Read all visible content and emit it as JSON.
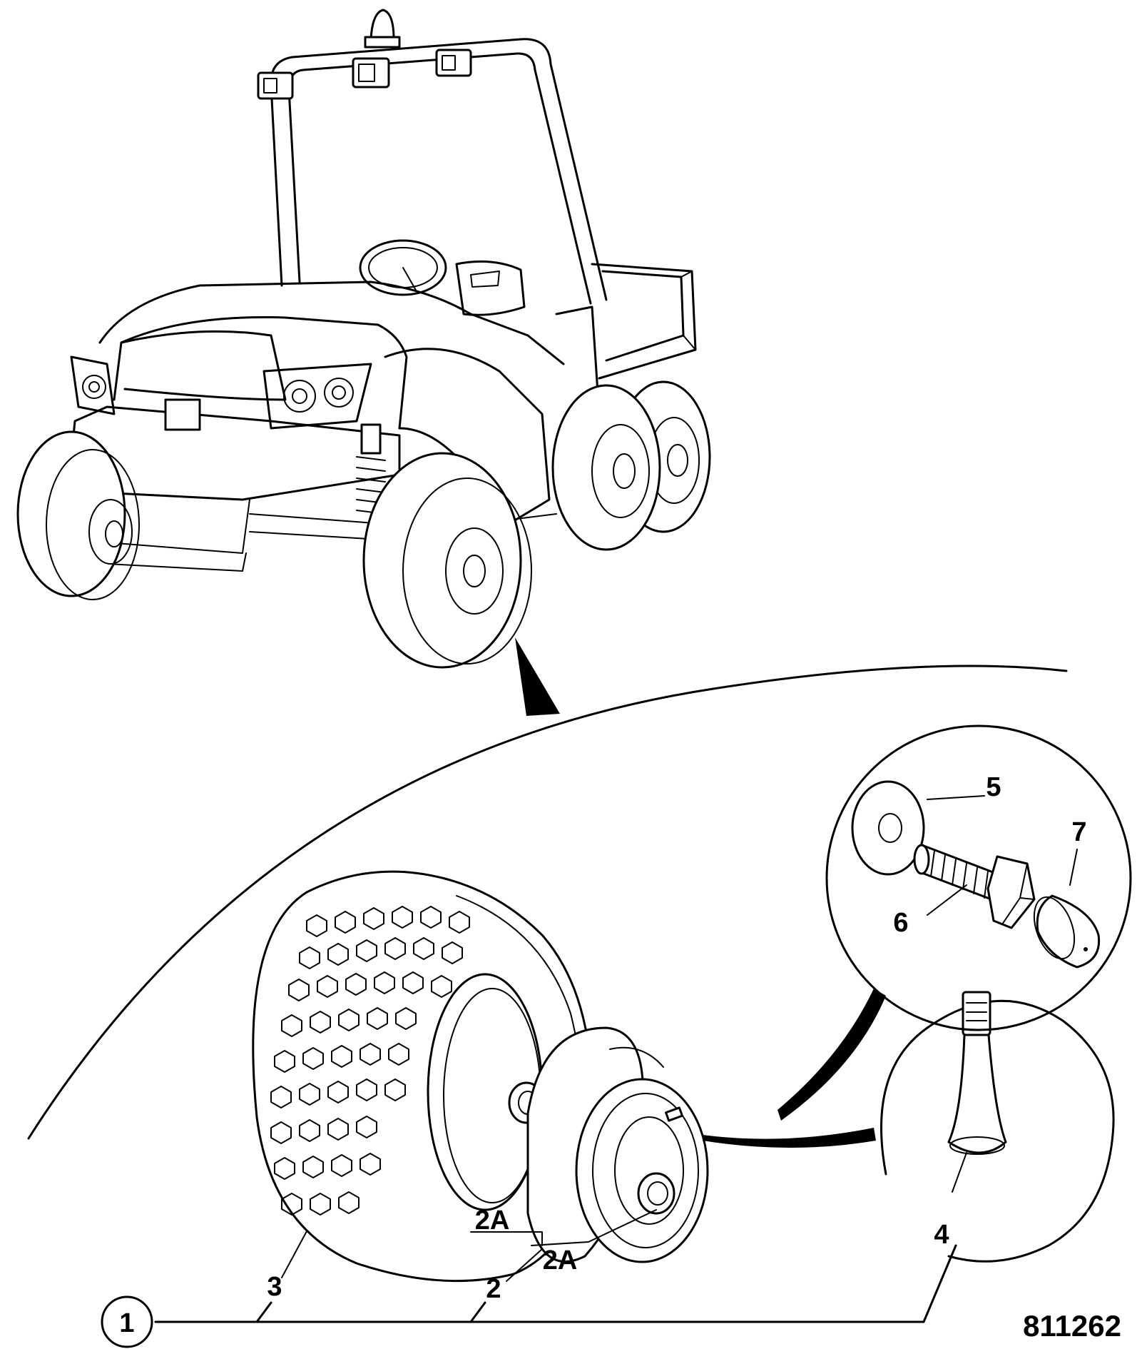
{
  "figure_id": "811262",
  "colors": {
    "ink": "#000000",
    "paper": "#ffffff"
  },
  "callouts": {
    "c1": "1",
    "c2": "2",
    "c2a_upper": "2A",
    "c2a_lower": "2A",
    "c3": "3",
    "c4": "4",
    "c5": "5",
    "c6": "6",
    "c7": "7"
  }
}
